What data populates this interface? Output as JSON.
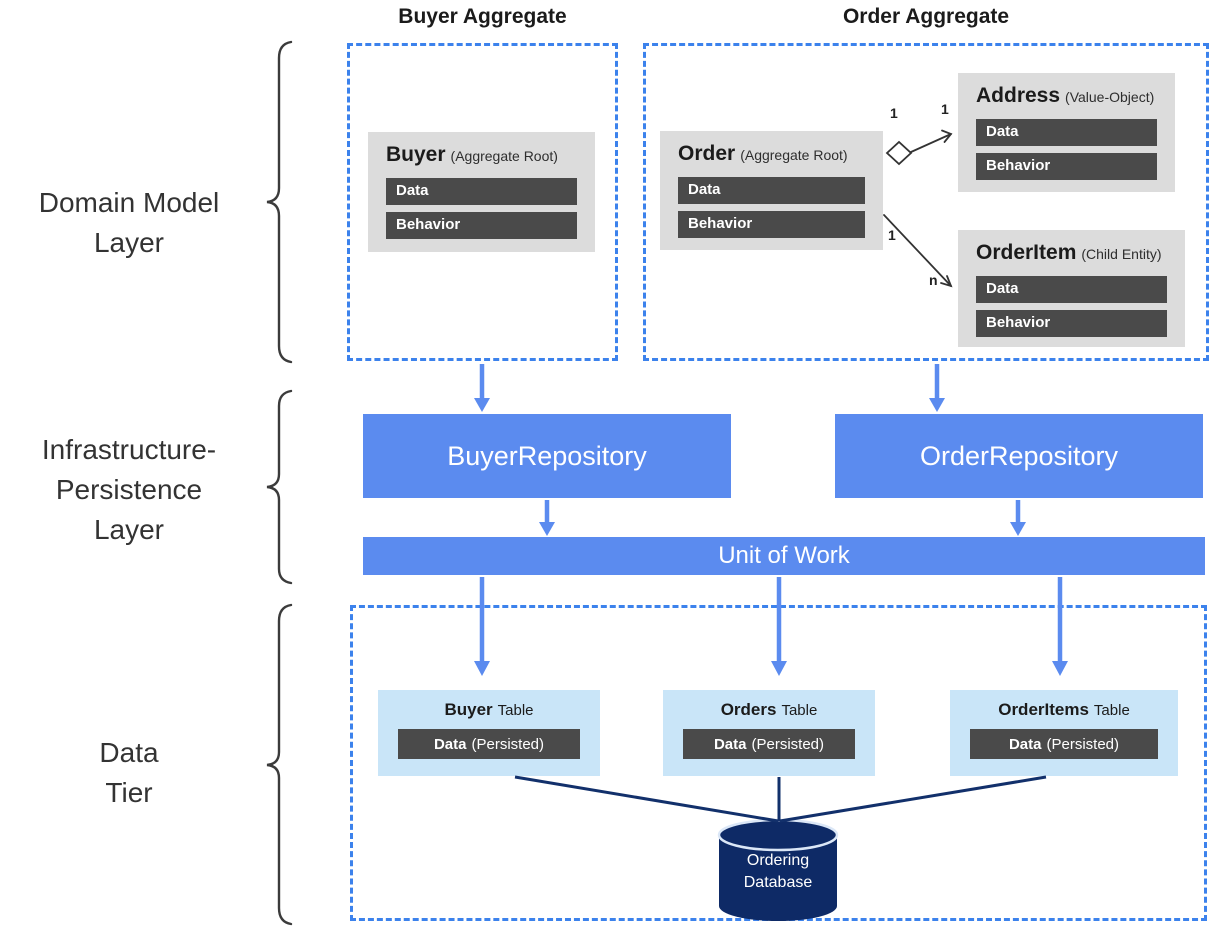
{
  "layer_labels": {
    "domain": {
      "lines": [
        "Domain Model",
        "Layer"
      ]
    },
    "infrastructure": {
      "lines": [
        "Infrastructure-",
        "Persistence",
        "Layer"
      ]
    },
    "data": {
      "lines": [
        "Data",
        "Tier"
      ]
    }
  },
  "aggregates": {
    "buyer": {
      "heading": "Buyer Aggregate"
    },
    "order": {
      "heading": "Order Aggregate"
    }
  },
  "entities": {
    "buyer": {
      "name": "Buyer",
      "stereotype": "(Aggregate Root)",
      "sections": [
        "Data",
        "Behavior"
      ]
    },
    "order": {
      "name": "Order",
      "stereotype": "(Aggregate Root)",
      "sections": [
        "Data",
        "Behavior"
      ]
    },
    "address": {
      "name": "Address",
      "stereotype": "(Value-Object)",
      "sections": [
        "Data",
        "Behavior"
      ]
    },
    "order_item": {
      "name": "OrderItem",
      "stereotype": "(Child Entity)",
      "sections": [
        "Data",
        "Behavior"
      ]
    }
  },
  "relations": {
    "order_address": {
      "source_multiplicity": "1",
      "target_multiplicity": "1"
    },
    "order_orderitem": {
      "source_multiplicity": "1",
      "target_multiplicity": "n"
    }
  },
  "repositories": {
    "buyer": "BuyerRepository",
    "order": "OrderRepository"
  },
  "unit_of_work": "Unit of Work",
  "tables": [
    {
      "name": "Buyer",
      "type_label": "Table",
      "field_bold": "Data",
      "field_note": "(Persisted)"
    },
    {
      "name": "Orders",
      "type_label": "Table",
      "field_bold": "Data",
      "field_note": "(Persisted)"
    },
    {
      "name": "OrderItems",
      "type_label": "Table",
      "field_bold": "Data",
      "field_note": "(Persisted)"
    }
  ],
  "database": {
    "lines": [
      "Ordering",
      "Database"
    ]
  },
  "colors": {
    "accent_blue": "#5b8bef",
    "dashed_border_blue": "#3c82ec",
    "table_fill_light_blue": "#c9e5f8",
    "section_bar_dark": "#4a4a4a",
    "entity_fill_gray": "#dcdcdc",
    "database_navy": "#0e2a66"
  }
}
